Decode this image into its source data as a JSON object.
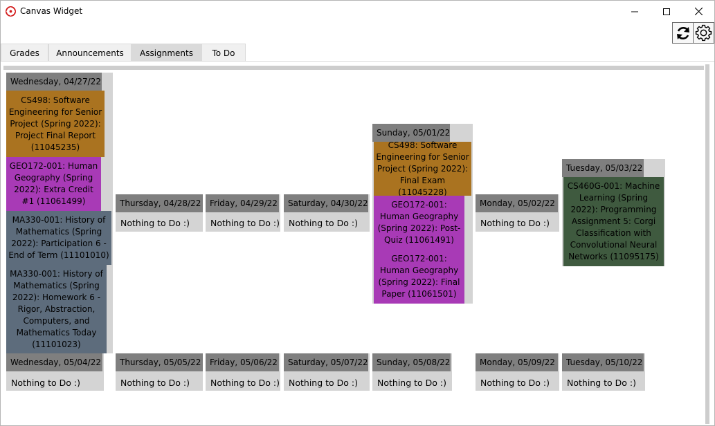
{
  "window": {
    "title": "Canvas Widget",
    "icon": "canvas-logo-icon",
    "accent_color": "#d21a1a"
  },
  "toolbar": {
    "refresh_icon": "refresh-icon",
    "settings_icon": "gear-icon"
  },
  "tabs": [
    {
      "label": "Grades",
      "active": false
    },
    {
      "label": "Announcements",
      "active": false
    },
    {
      "label": "Assignments",
      "active": true
    },
    {
      "label": "To Do",
      "active": false
    }
  ],
  "colors": {
    "cs498": "#aa7320",
    "geo172": "#a83ab6",
    "ma330": "#5d6c7c",
    "cs460g": "#3f5a3f",
    "header": "#7f7f7f",
    "column_bg": "#d4d4d4"
  },
  "week1": [
    {
      "date": "Wednesday, 04/27/22",
      "assignments": [
        {
          "course": "cs498",
          "text": "CS498: Software Engineering for Senior Project (Spring 2022): Project Final Report (11045235)"
        },
        {
          "course": "geo172",
          "text": "GEO172-001: Human Geography (Spring 2022): Extra Credit #1 (11061499)"
        },
        {
          "course": "ma330",
          "text": "MA330-001: History of Mathematics (Spring 2022): Participation 6 - End of Term (11101010)"
        },
        {
          "course": "ma330",
          "text": "MA330-001: History of Mathematics (Spring 2022): Homework 6 - Rigor, Abstraction, Computers, and Mathematics Today (11101023)"
        }
      ]
    },
    {
      "date": "Thursday, 04/28/22",
      "nothing": "Nothing to Do :)"
    },
    {
      "date": "Friday, 04/29/22",
      "nothing": "Nothing to Do :)"
    },
    {
      "date": "Saturday, 04/30/22",
      "nothing": "Nothing to Do :)"
    },
    {
      "date": "Sunday, 05/01/22",
      "assignments": [
        {
          "course": "cs498",
          "text": "CS498: Software Engineering for Senior Project (Spring 2022): Final Exam (11045228)"
        },
        {
          "course": "geo172",
          "text": "GEO172-001: Human Geography (Spring 2022): Post-Quiz (11061491)"
        },
        {
          "course": "geo172",
          "text": "GEO172-001: Human Geography (Spring 2022): Final Paper (11061501)"
        }
      ]
    },
    {
      "date": "Monday, 05/02/22",
      "nothing": "Nothing to Do :)"
    },
    {
      "date": "Tuesday, 05/03/22",
      "assignments": [
        {
          "course": "cs460g",
          "text": "CS460G-001: Machine Learning (Spring 2022): Programming Assignment 5: Corgi Classification with Convolutional Neural Networks (11095175)"
        }
      ]
    }
  ],
  "week2": [
    {
      "date": "Wednesday, 05/04/22",
      "nothing": "Nothing to Do :)"
    },
    {
      "date": "Thursday, 05/05/22",
      "nothing": "Nothing to Do :)"
    },
    {
      "date": "Friday, 05/06/22",
      "nothing": "Nothing to Do :)"
    },
    {
      "date": "Saturday, 05/07/22",
      "nothing": "Nothing to Do :)"
    },
    {
      "date": "Sunday, 05/08/22",
      "nothing": "Nothing to Do :)"
    },
    {
      "date": "Monday, 05/09/22",
      "nothing": "Nothing to Do :)"
    },
    {
      "date": "Tuesday, 05/10/22",
      "nothing": "Nothing to Do :)"
    }
  ]
}
